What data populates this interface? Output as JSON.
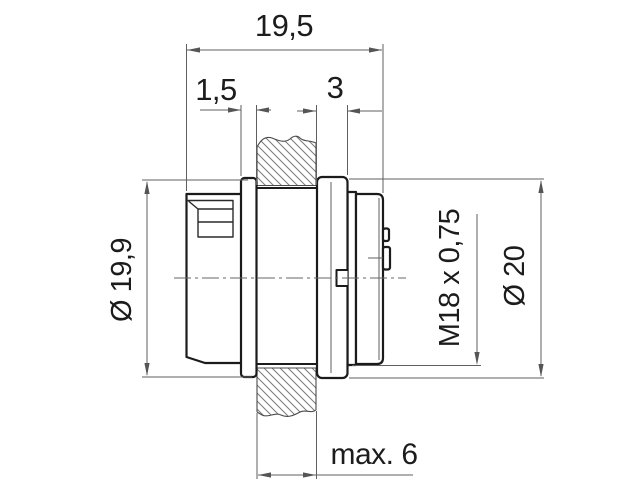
{
  "drawing": {
    "type": "technical-drawing",
    "component": "circular panel-mount connector, sectional side view with panel cutaway",
    "dimensions": {
      "overall_length": "19,5",
      "flange_width": "1,5",
      "nut_width": "3",
      "body_diameter": "Ø 19,9",
      "thread_spec": "M18 x 0,75",
      "front_diameter": "Ø 20",
      "panel_thickness": "max. 6"
    },
    "colors": {
      "background": "#ffffff",
      "outline": "#1b1b1b",
      "dimension_lines": "#5f5f5f",
      "hatch": "#7a7a7a",
      "text": "#1c1c1c"
    }
  }
}
